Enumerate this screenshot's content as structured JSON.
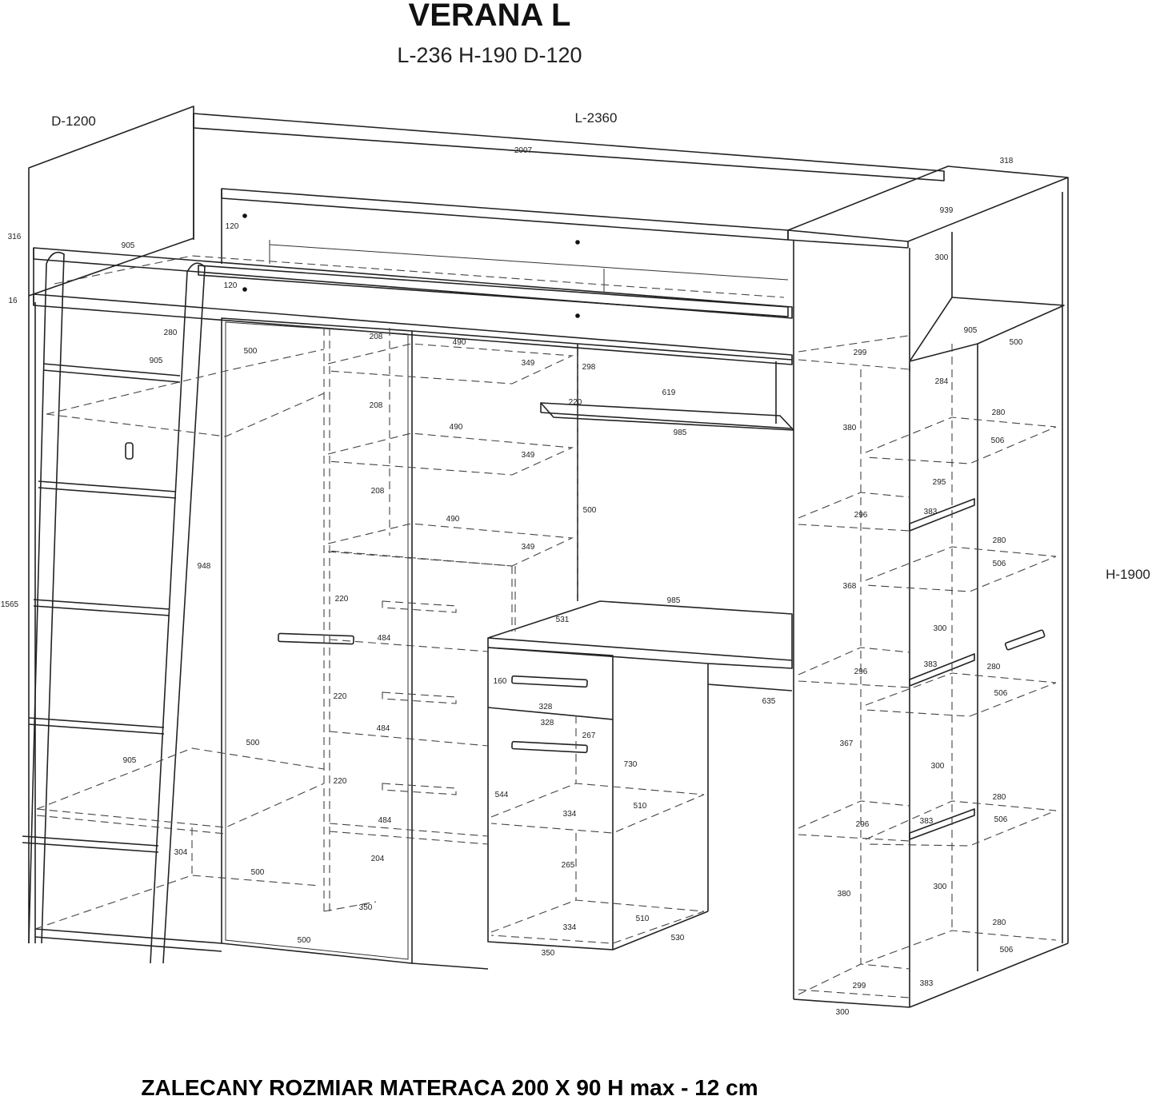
{
  "title": "VERANA L",
  "subtitle": "L-236 H-190 D-120",
  "main_dimensions": {
    "depth": "D-1200",
    "length": "L-2360",
    "height": "H-1900"
  },
  "footer": "ZALECANY ROZMIAR MATERACA 200 X 90 H max - 12 cm",
  "dimension_labels": [
    "2007",
    "318",
    "939",
    "120",
    "120",
    "316",
    "905",
    "16",
    "280",
    "905",
    "500",
    "208",
    "490",
    "349",
    "298",
    "208",
    "490",
    "349",
    "220",
    "619",
    "985",
    "208",
    "490",
    "349",
    "500",
    "948",
    "1565",
    "220",
    "484",
    "985",
    "531",
    "160",
    "328",
    "328",
    "267",
    "220",
    "484",
    "500",
    "905",
    "730",
    "220",
    "544",
    "334",
    "510",
    "484",
    "304",
    "204",
    "500",
    "265",
    "350",
    "510",
    "334",
    "530",
    "500",
    "350",
    "300",
    "905",
    "500",
    "299",
    "284",
    "380",
    "280",
    "506",
    "295",
    "296",
    "383",
    "280",
    "506",
    "368",
    "300",
    "296",
    "383",
    "280",
    "506",
    "635",
    "367",
    "300",
    "280",
    "296",
    "383",
    "506",
    "380",
    "300",
    "280",
    "506",
    "299",
    "383",
    "300"
  ]
}
